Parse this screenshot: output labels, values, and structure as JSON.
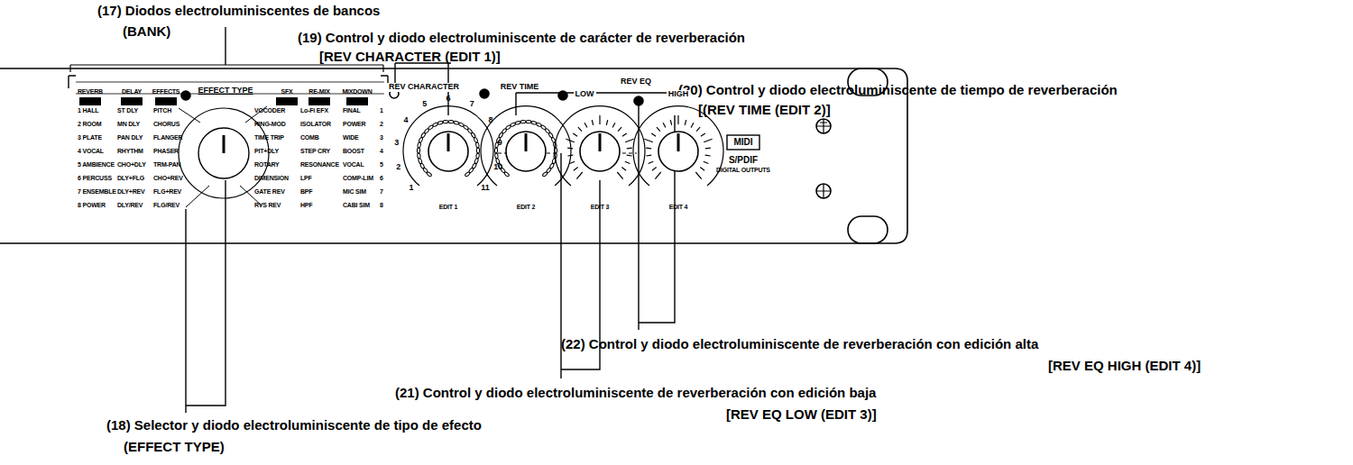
{
  "diagram": {
    "labels": [
      "(17) Diodos electroluminiscentes de bancos",
      "(BANK)",
      "(19) Control y diodo electroluminiscente de carácter de reverberación",
      "[REV CHARACTER (EDIT 1)]",
      "(20) Control y diodo electroluminiscente de tiempo de reverberación",
      "[(REV TIME (EDIT 2)]",
      "(22) Control y diodo electroluminiscente de reverberación con edición alta",
      "[REV EQ HIGH (EDIT 4)]",
      "(21) Control y diodo electroluminiscente de reverberación con edición baja",
      "[REV EQ LOW (EDIT 3)]",
      "(18) Selector y diodo electroluminiscente de tipo de efecto",
      "(EFFECT TYPE)",
      "REVERB",
      "DELAY",
      "EFFECTS",
      "EFFECT TYPE",
      "SFX",
      "RE-MIX",
      "MIXDOWN",
      "1 HALL",
      "2 ROOM",
      "3 PLATE",
      "4 VOCAL",
      "5 AMBIENCE",
      "6 PERCUSS",
      "7 ENSEMBLE",
      "8 POWER",
      "ST DLY",
      "MN DLY",
      "PAN DLY",
      "RHYTHM",
      "CHO+DLY",
      "DLY+FLG",
      "DLY+REV",
      "DLY/REV",
      "PITCH",
      "CHORUS",
      "FLANGER",
      "PHASER",
      "TRM-PAN",
      "CHO+REV",
      "FLG+REV",
      "FLG/REV",
      "VOCODER",
      "RING-MOD",
      "TIME TRIP",
      "PIT+DLY",
      "ROTARY",
      "DIMENSION",
      "GATE REV",
      "RVS REV",
      "Lo-Fi EFX",
      "ISOLATOR",
      "COMB",
      "STEP CRY",
      "RESONANCE",
      "LPF",
      "BPF",
      "HPF",
      "FINAL",
      "POWER",
      "WIDE",
      "BOOST",
      "VOCAL",
      "COMP-LIM",
      "MIC SIM",
      "CABI SIM",
      "1",
      "2",
      "3",
      "4",
      "5",
      "6",
      "7",
      "8",
      "REV CHARACTER",
      "REV TIME",
      "REV EQ",
      "LOW",
      "HIGH",
      "1",
      "2",
      "3",
      "4",
      "5",
      "6",
      "7",
      "8",
      "9",
      "10",
      "11",
      "EDIT 1",
      "EDIT 2",
      "EDIT 3",
      "EDIT 4",
      "MIDI",
      "S/PDIF",
      "DIGITAL OUTPUTS"
    ]
  }
}
